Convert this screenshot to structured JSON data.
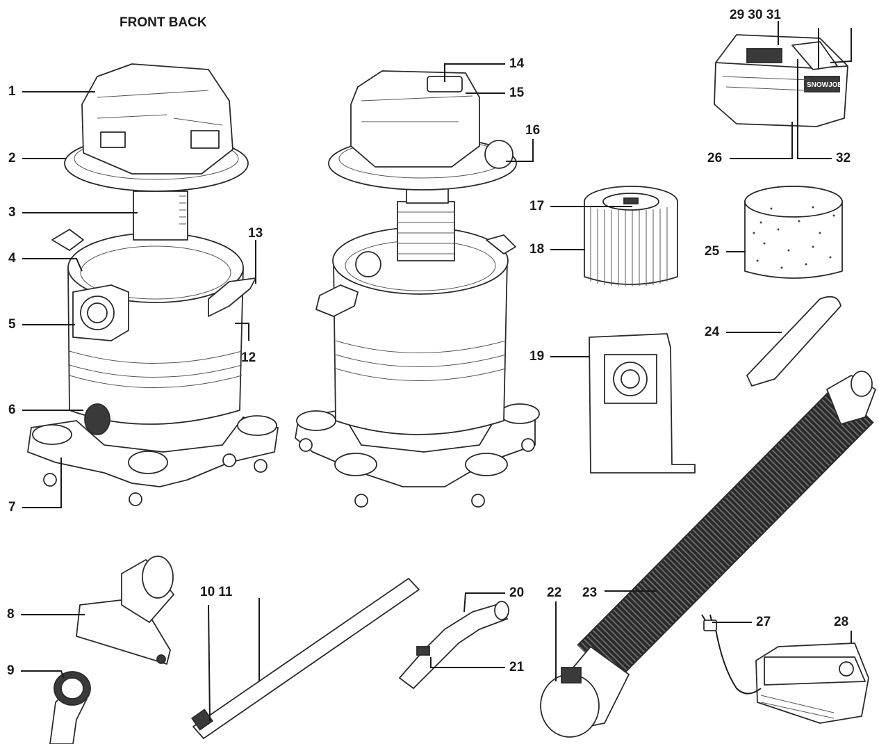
{
  "header": {
    "view_labels": "FRONT BACK"
  },
  "labels": {
    "l1": "1",
    "l2": "2",
    "l3": "3",
    "l4": "4",
    "l5": "5",
    "l6": "6",
    "l7": "7",
    "l8": "8",
    "l9": "9",
    "l10_11": "10 11",
    "l12": "12",
    "l13": "13",
    "l14": "14",
    "l15": "15",
    "l16": "16",
    "l17": "17",
    "l18": "18",
    "l19": "19",
    "l20": "20",
    "l21": "21",
    "l22": "22",
    "l23": "23",
    "l24": "24",
    "l25": "25",
    "l26": "26",
    "l27": "27",
    "l28": "28",
    "l29_31": "29 30 31",
    "l32": "32"
  },
  "brand_mark": "SNOWJOE",
  "colors": {
    "line": "#1a1a1a",
    "part_fill": "#ffffff",
    "dark_fill": "#3a3a3a"
  }
}
